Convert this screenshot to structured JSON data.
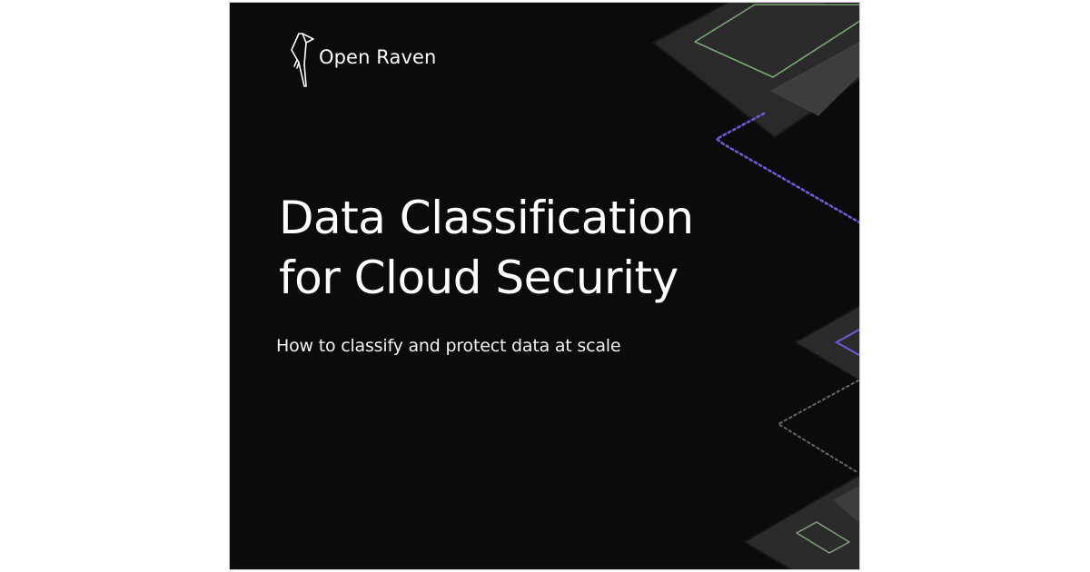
{
  "cover": {
    "brand": {
      "name": "Open Raven",
      "icon": "raven-logo-icon"
    },
    "title_lines": [
      "Data Classification",
      "for Cloud Security"
    ],
    "subtitle": "How to classify and protect data at scale",
    "colors": {
      "background": "#0d0a0b",
      "text": "#ffffff",
      "panel": "#2c2b2c",
      "panel_inner": "#3c3b3c",
      "accent_green": "#7fa57a",
      "accent_purple": "#6b5bd6",
      "border": "#c9c9c9"
    }
  }
}
